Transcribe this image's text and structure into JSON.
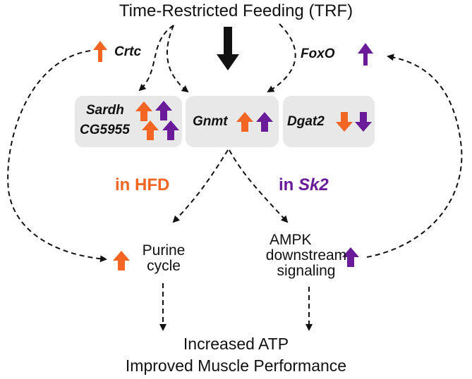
{
  "title": "Time-Restricted Feeding (TRF)",
  "genes": {
    "crtc": "Crtc",
    "foxo": "FoxO",
    "sardh": "Sardh",
    "cg5955": "CG5955",
    "gnmt": "Gnmt",
    "dgat2": "Dgat2"
  },
  "conditions": {
    "hfd_prefix": "in ",
    "hfd": "HFD",
    "sk2_prefix": "in ",
    "sk2": "Sk2"
  },
  "mechanisms": {
    "purine_line1": "Purine",
    "purine_line2": "cycle",
    "ampk_line1": "AMPK",
    "ampk_line2": "downstream",
    "ampk_line3": "signaling"
  },
  "outcome": {
    "line1": "Increased ATP",
    "line2": "Improved Muscle Performance"
  },
  "colors": {
    "hfd": "#f26522",
    "sk2": "#6a1b9a",
    "box": "#e8e8e8",
    "arrow": "#111111"
  }
}
